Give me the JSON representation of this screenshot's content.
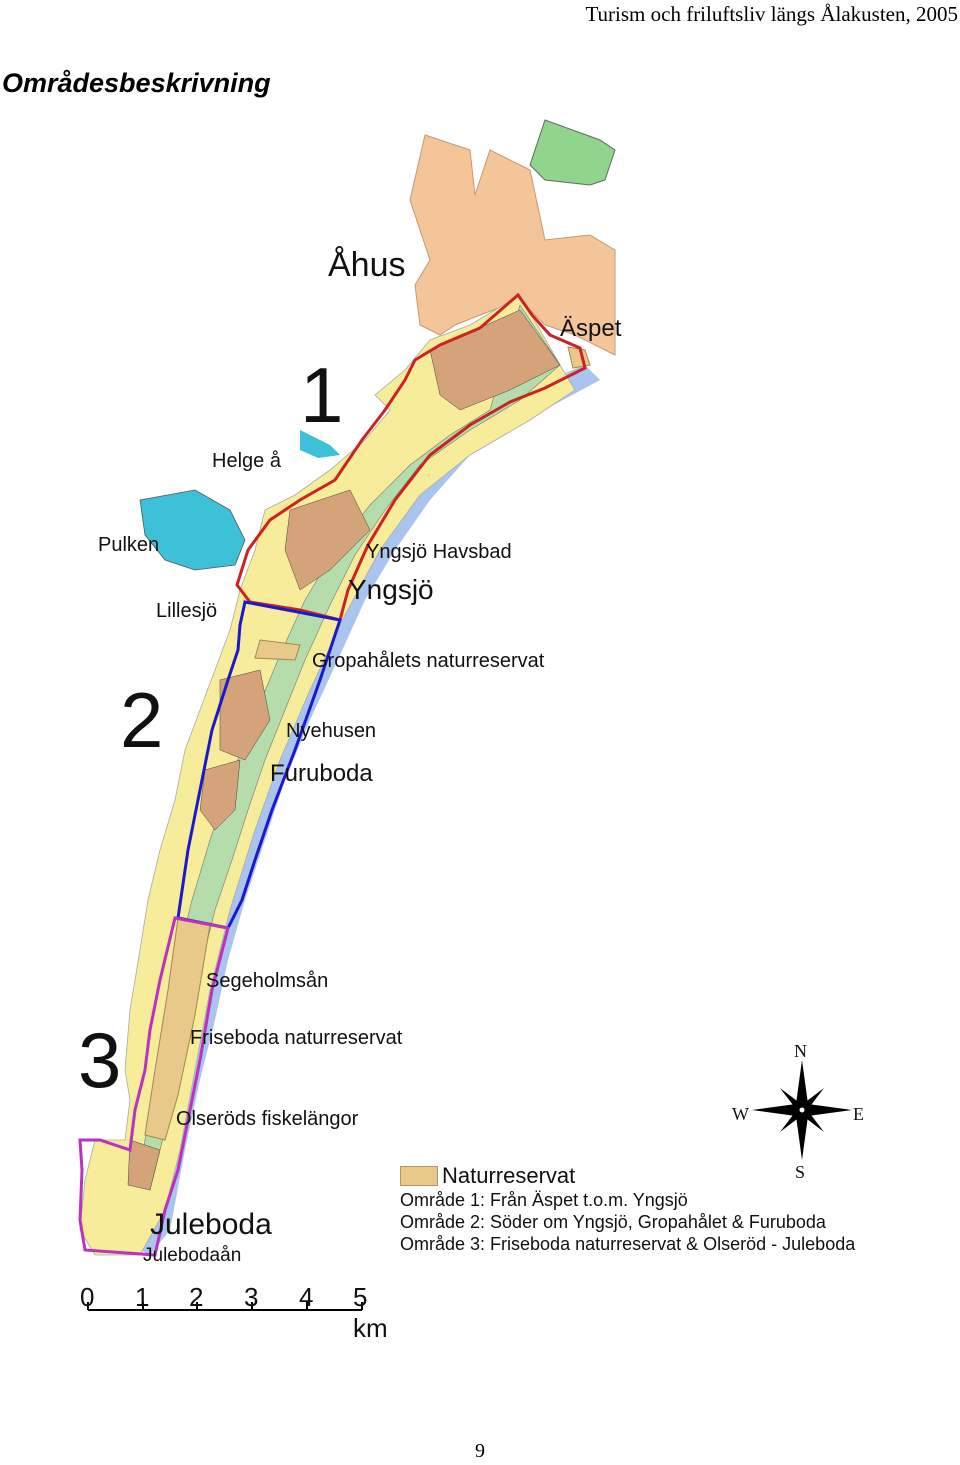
{
  "header": {
    "running_title": "Turism och friluftsliv längs Ålakusten, 2005"
  },
  "section": {
    "title": "Områdesbeskrivning"
  },
  "map": {
    "places": {
      "ahus": "Åhus",
      "aspet": "Äspet",
      "helge_a": "Helge å",
      "pulken": "Pulken",
      "lillesjo": "Lillesjö",
      "yngsjo_havsbad": "Yngsjö Havsbad",
      "yngsjo": "Yngsjö",
      "gropahalet": "Gropahålets naturreservat",
      "nyehusen": "Nyehusen",
      "furuboda": "Furuboda",
      "segeholmsan": "Segeholmsån",
      "friseboda": "Friseboda naturreservat",
      "olserod": "Olseröds fiskelängor",
      "juleboda": "Juleboda",
      "julebodaan": "Julebodaån"
    },
    "zones": [
      "1",
      "2",
      "3"
    ],
    "zone_colors": {
      "zone1": "#cc2222",
      "zone2": "#1a1acc",
      "zone3": "#bb33bb"
    },
    "compass": {
      "n": "N",
      "s": "S",
      "w": "W",
      "e": "E"
    },
    "legend": {
      "swatch_label": "Naturreservat",
      "swatch_color": "#e9c98a",
      "areas": [
        "Område 1: Från Äspet t.o.m. Yngsjö",
        "Område 2: Söder om Yngsjö, Gropahålet & Furuboda",
        "Område 3: Friseboda naturreservat & Olseröd - Juleboda"
      ]
    },
    "scale": {
      "ticks": [
        "0",
        "1",
        "2",
        "3",
        "4",
        "5 km"
      ]
    }
  },
  "footer": {
    "page_number": "9"
  }
}
